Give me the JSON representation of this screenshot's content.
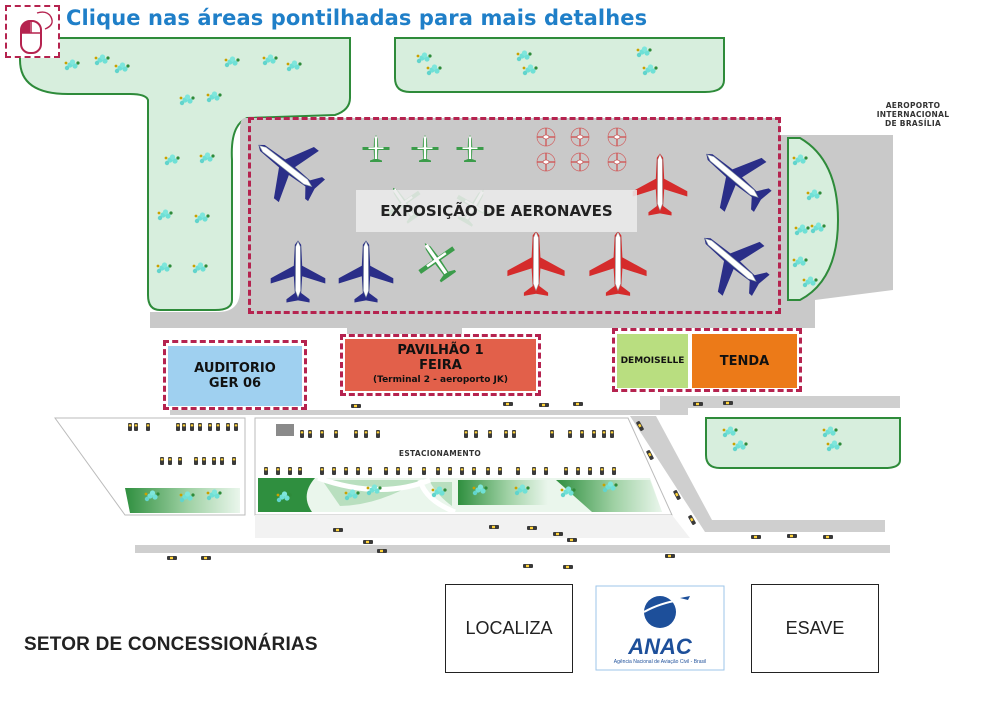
{
  "header": {
    "instruction": "Clique nas áreas pontilhadas para mais detalhes",
    "mouse_icon": "mouse-icon"
  },
  "map": {
    "airport_label_line1": "AEROPORTO INTERNACIONAL",
    "airport_label_line2": "DE BRASÍLIA",
    "exhibition_label": "EXPOSIÇÃO DE AERONAVES",
    "parking_label": "ESTACIONAMENTO",
    "auditorio": {
      "line1": "AUDITORIO",
      "line2": "GER 06"
    },
    "pavilhao": {
      "line1": "PAVILHÃO 1",
      "line2": "FEIRA",
      "line3": "(Terminal 2 - aeroporto JK)"
    },
    "demoiselle": "DEMOISELLE",
    "tenda": "TENDA"
  },
  "businesses": {
    "localiza": "LOCALIZA",
    "esave": "ESAVE",
    "anac_logo_text": "ANAC",
    "anac_subtitle": "Agência Nacional de Aviação Civil - Brasil"
  },
  "footer": {
    "sector_label": "SETOR DE CONCESSIONÁRIAS"
  },
  "colors": {
    "header_text": "#1f7fc8",
    "dashed_border": "#b5234f",
    "green_area": "#d7eedd",
    "green_border": "#2e8b3a",
    "apron": "#c9c9c9",
    "auditorio_fill": "#9fd0f0",
    "pavilhao_fill": "#e2604a",
    "demoiselle_fill": "#b9de80",
    "tenda_fill": "#ec7a18",
    "anac_blue": "#1d4f9a"
  }
}
